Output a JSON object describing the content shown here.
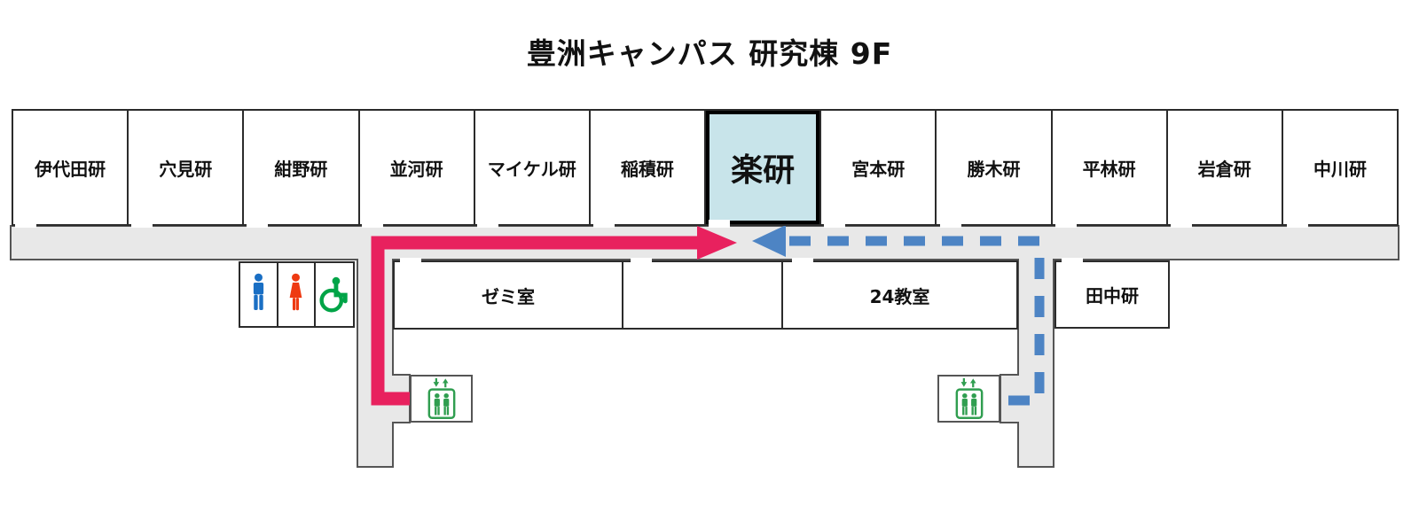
{
  "title": "豊洲キャンパス 研究棟 9F",
  "rooms_top": [
    {
      "label": "伊代田研",
      "highlighted": false
    },
    {
      "label": "穴見研",
      "highlighted": false
    },
    {
      "label": "紺野研",
      "highlighted": false
    },
    {
      "label": "並河研",
      "highlighted": false
    },
    {
      "label": "マイケル研",
      "highlighted": false
    },
    {
      "label": "稲積研",
      "highlighted": false
    },
    {
      "label": "楽研",
      "highlighted": true
    },
    {
      "label": "宮本研",
      "highlighted": false
    },
    {
      "label": "勝木研",
      "highlighted": false
    },
    {
      "label": "平林研",
      "highlighted": false
    },
    {
      "label": "岩倉研",
      "highlighted": false
    },
    {
      "label": "中川研",
      "highlighted": false
    }
  ],
  "rooms_bottom": [
    {
      "label": "ゼミ室"
    },
    {
      "label": ""
    },
    {
      "label": "24教室"
    },
    {
      "label": "田中研"
    }
  ],
  "facilities": {
    "restroom": {
      "male_icon": "male-icon",
      "female_icon": "female-icon",
      "accessible_icon": "wheelchair-accessible-icon"
    },
    "elevators": [
      {
        "icon": "elevator-icon",
        "location": "left"
      },
      {
        "icon": "elevator-icon",
        "location": "right"
      }
    ]
  },
  "routes": [
    {
      "name": "route-from-left-elevator",
      "style": "solid",
      "color": "#e8215e",
      "from": "left elevator",
      "to": "楽研"
    },
    {
      "name": "route-from-right-elevator",
      "style": "dashed",
      "color": "#4d84c4",
      "from": "right elevator",
      "to": "楽研"
    }
  ],
  "colors": {
    "highlight_room_fill": "#c8e4ea",
    "corridor_fill": "#e8e8e8",
    "corridor_stroke": "#555555",
    "room_border": "#2b2b2b",
    "route_solid": "#e8215e",
    "route_dashed": "#4d84c4",
    "male_icon": "#1a6fc4",
    "female_icon": "#ee3a12",
    "accessible_icon": "#00a447",
    "elevator_icon": "#309e50"
  }
}
